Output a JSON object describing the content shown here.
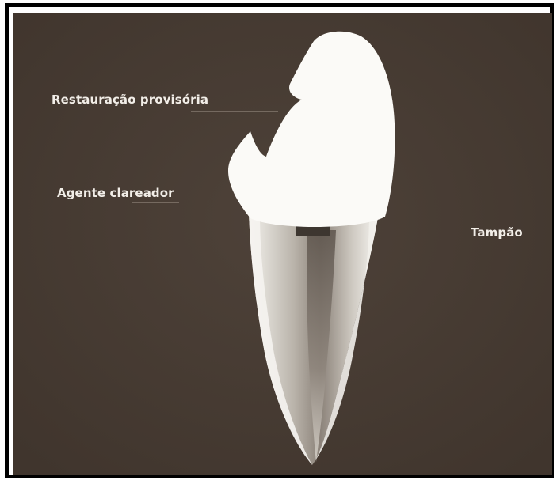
{
  "labels": {
    "temporary_restoration": "Restauração provisória",
    "bleaching_agent": "Agente clareador",
    "plug": "Tampão"
  },
  "colors": {
    "background": "#4a3f36",
    "tooth": "#fbfaf7",
    "frame": "#000000",
    "label_text": "#f2eee8"
  }
}
